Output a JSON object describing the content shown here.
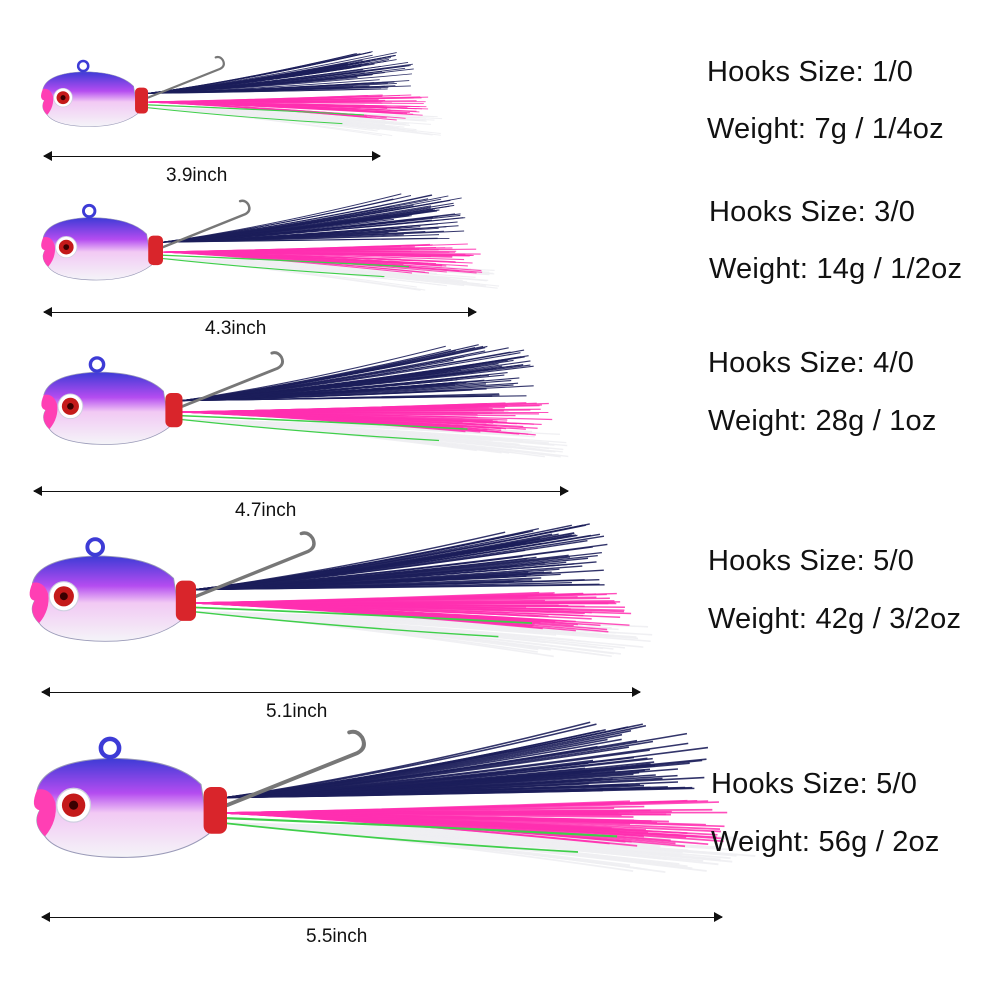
{
  "lures": [
    {
      "length": "3.9inch",
      "hook_size": "Hooks Size: 1/0",
      "weight": "Weight: 7g / 1/4oz"
    },
    {
      "length": "4.3inch",
      "hook_size": "Hooks Size: 3/0",
      "weight": "Weight: 14g / 1/2oz"
    },
    {
      "length": "4.7inch",
      "hook_size": "Hooks Size: 4/0",
      "weight": "Weight: 28g / 1oz"
    },
    {
      "length": "5.1inch",
      "hook_size": "Hooks Size: 5/0",
      "weight": "Weight: 42g / 3/2oz"
    },
    {
      "length": "5.5inch",
      "hook_size": "Hooks Size: 5/0",
      "weight": "Weight: 56g / 2oz"
    }
  ],
  "colors": {
    "head_top": "#3d3bd6",
    "head_pink": "#ff3fb4",
    "head_white": "#f4f4f8",
    "eye": "#c41a1a",
    "thread": "#d9252b",
    "hair_dark": "#1c1e5a",
    "hair_pink": "#ff2fb0",
    "hair_white": "#eeeef2",
    "flash": "#3fcf4a"
  }
}
